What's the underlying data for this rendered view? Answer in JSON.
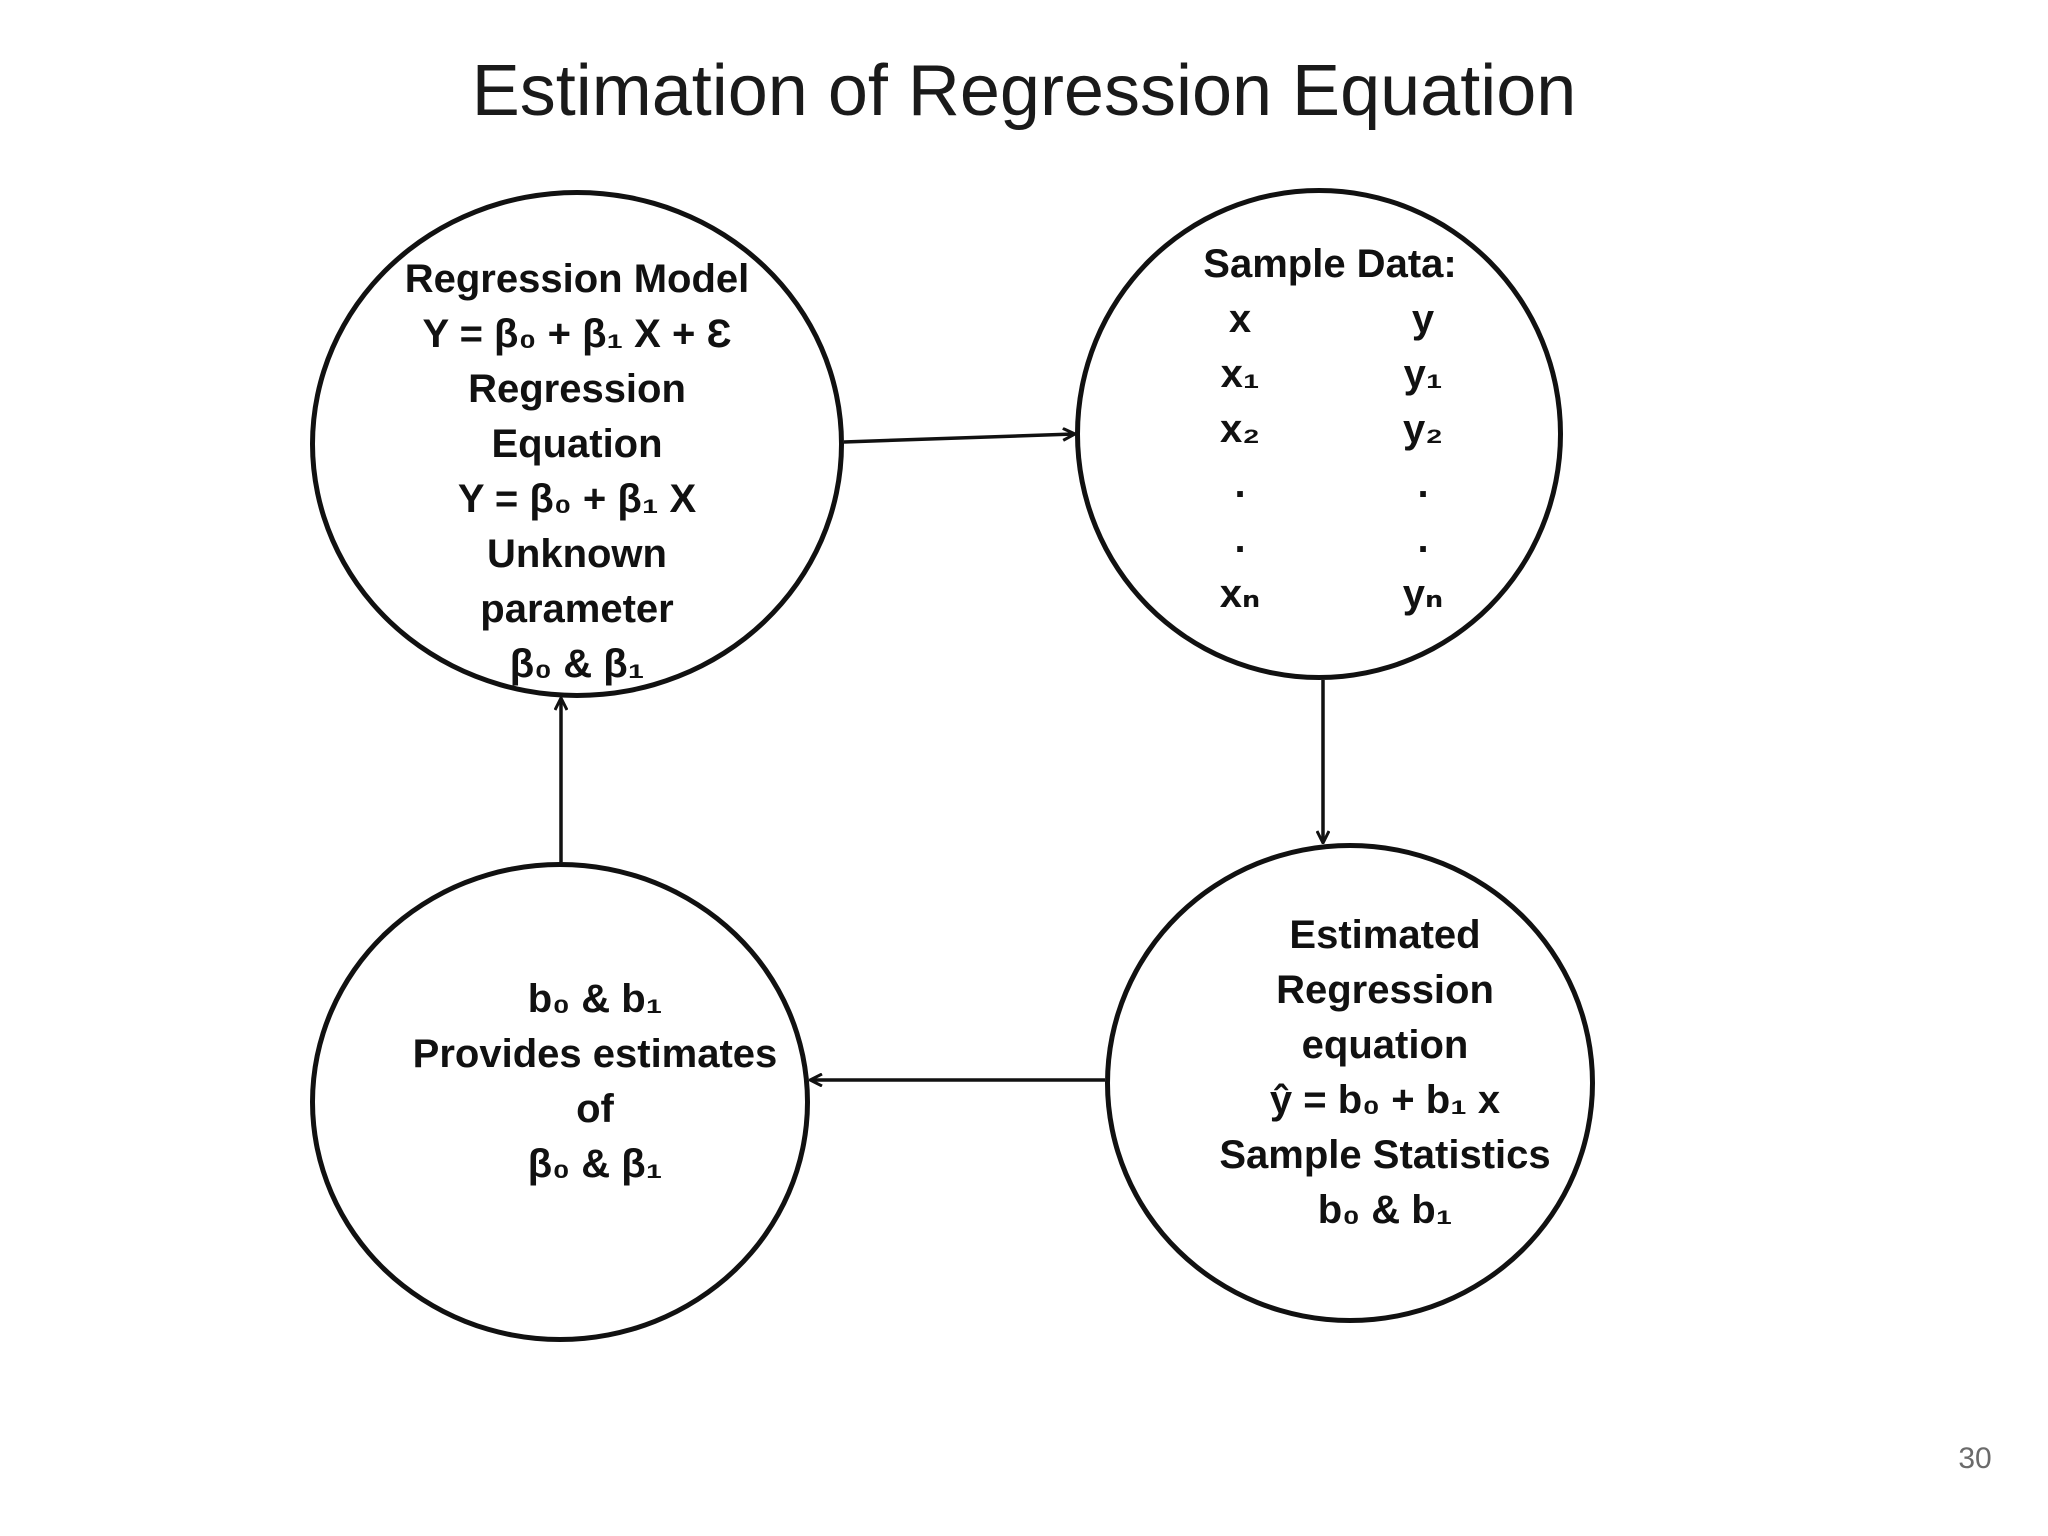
{
  "slide": {
    "title": "Estimation of Regression Equation",
    "page_number": "30"
  },
  "nodes": {
    "regression_model": {
      "lines": [
        "Regression Model",
        "Y = β₀ + β₁ X + Ɛ",
        "Regression",
        "Equation",
        "Y = β₀ + β₁ X",
        "Unknown",
        "parameter",
        "β₀  & β₁"
      ]
    },
    "sample_data": {
      "title": "Sample Data:",
      "x_column": [
        "x",
        "x₁",
        "x₂",
        ".",
        ".",
        "xₙ"
      ],
      "y_column": [
        "y",
        "y₁",
        "y₂",
        ".",
        ".",
        "yₙ"
      ]
    },
    "estimated_equation": {
      "lines": [
        "Estimated",
        "Regression",
        "equation",
        "ŷ = b₀ + b₁ x",
        "Sample Statistics",
        "b₀  & b₁"
      ]
    },
    "estimates": {
      "lines": [
        "b₀  & b₁",
        "Provides estimates",
        "of",
        "β₀  & β₁"
      ]
    }
  },
  "edges": [
    {
      "from": "regression_model",
      "to": "sample_data"
    },
    {
      "from": "sample_data",
      "to": "estimated_equation"
    },
    {
      "from": "estimated_equation",
      "to": "estimates"
    },
    {
      "from": "estimates",
      "to": "regression_model"
    }
  ]
}
